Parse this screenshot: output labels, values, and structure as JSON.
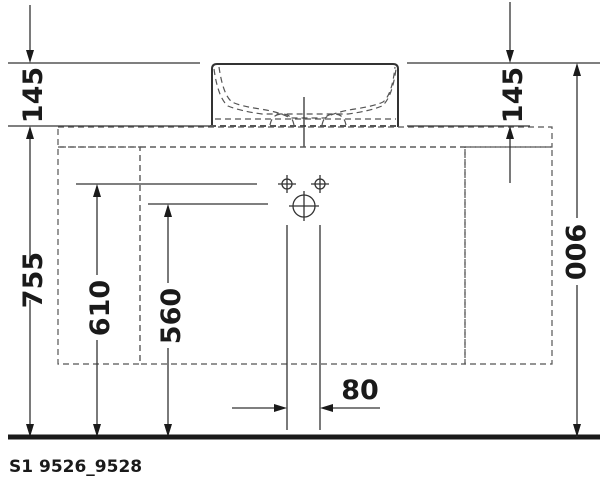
{
  "drawing": {
    "reference": "S1 9526_9528",
    "dimensions": {
      "basin_height_left": "145",
      "basin_height_right": "145",
      "counter_height": "755",
      "supply_height": "610",
      "drain_height": "560",
      "total_height": "900",
      "supply_spacing": "80"
    },
    "units": "mm",
    "elements": [
      "vessel-basin",
      "vanity-unit",
      "water-supply-connections",
      "drain-connection",
      "floor-line"
    ]
  }
}
